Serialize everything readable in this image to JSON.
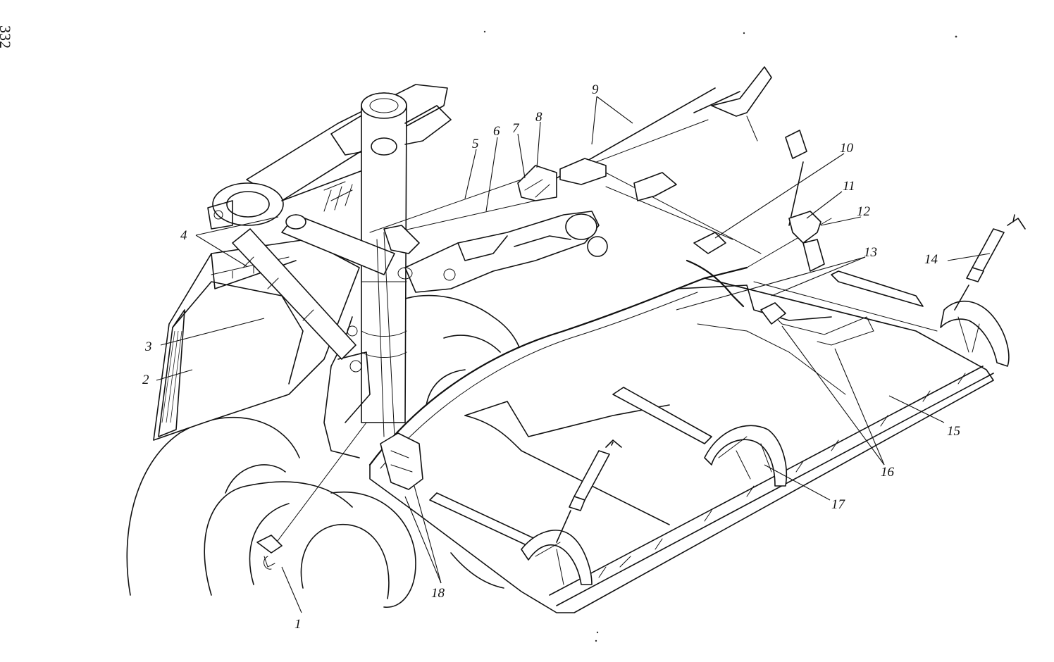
{
  "page_number": "332",
  "callouts": [
    {
      "id": "c1",
      "label": "1"
    },
    {
      "id": "c2",
      "label": "2"
    },
    {
      "id": "c3",
      "label": "3"
    },
    {
      "id": "c4",
      "label": "4"
    },
    {
      "id": "c5",
      "label": "5"
    },
    {
      "id": "c6",
      "label": "6"
    },
    {
      "id": "c7",
      "label": "7"
    },
    {
      "id": "c8",
      "label": "8"
    },
    {
      "id": "c9",
      "label": "9"
    },
    {
      "id": "c10",
      "label": "10"
    },
    {
      "id": "c11",
      "label": "11"
    },
    {
      "id": "c12",
      "label": "12"
    },
    {
      "id": "c13",
      "label": "13"
    },
    {
      "id": "c14",
      "label": "14"
    },
    {
      "id": "c15",
      "label": "15"
    },
    {
      "id": "c16",
      "label": "16"
    },
    {
      "id": "c17",
      "label": "17"
    },
    {
      "id": "c18",
      "label": "18"
    }
  ]
}
